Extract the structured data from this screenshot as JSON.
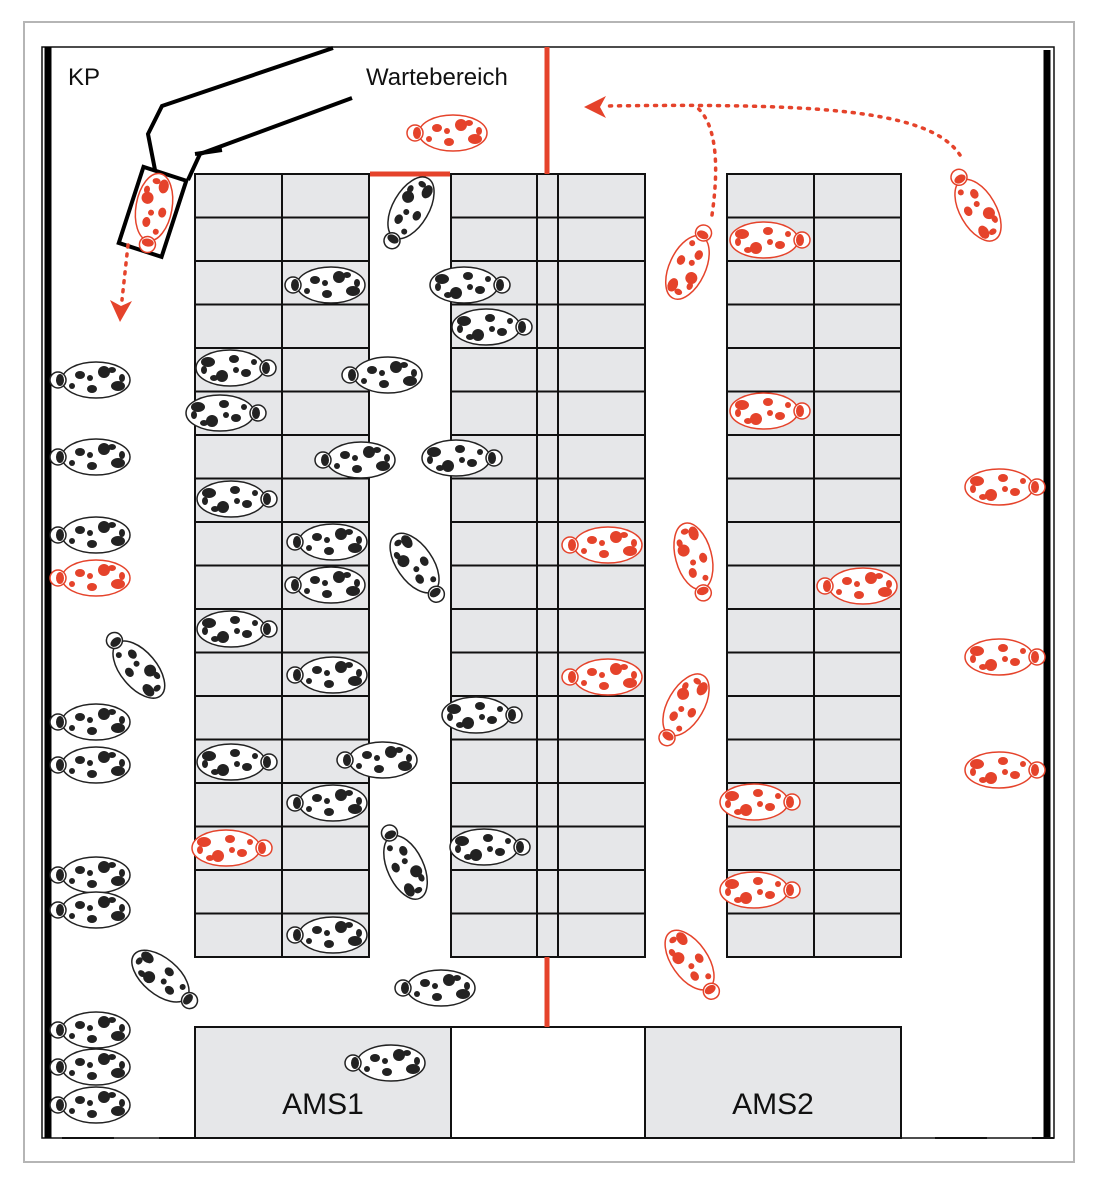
{
  "labels": {
    "kp": "KP",
    "waiting_area": "Wartebereich",
    "ams1": "AMS1",
    "ams2": "AMS2"
  },
  "colors": {
    "accent_red": "#e5432b",
    "stall_fill": "#e6e7e9",
    "cow_black": "#222222"
  }
}
